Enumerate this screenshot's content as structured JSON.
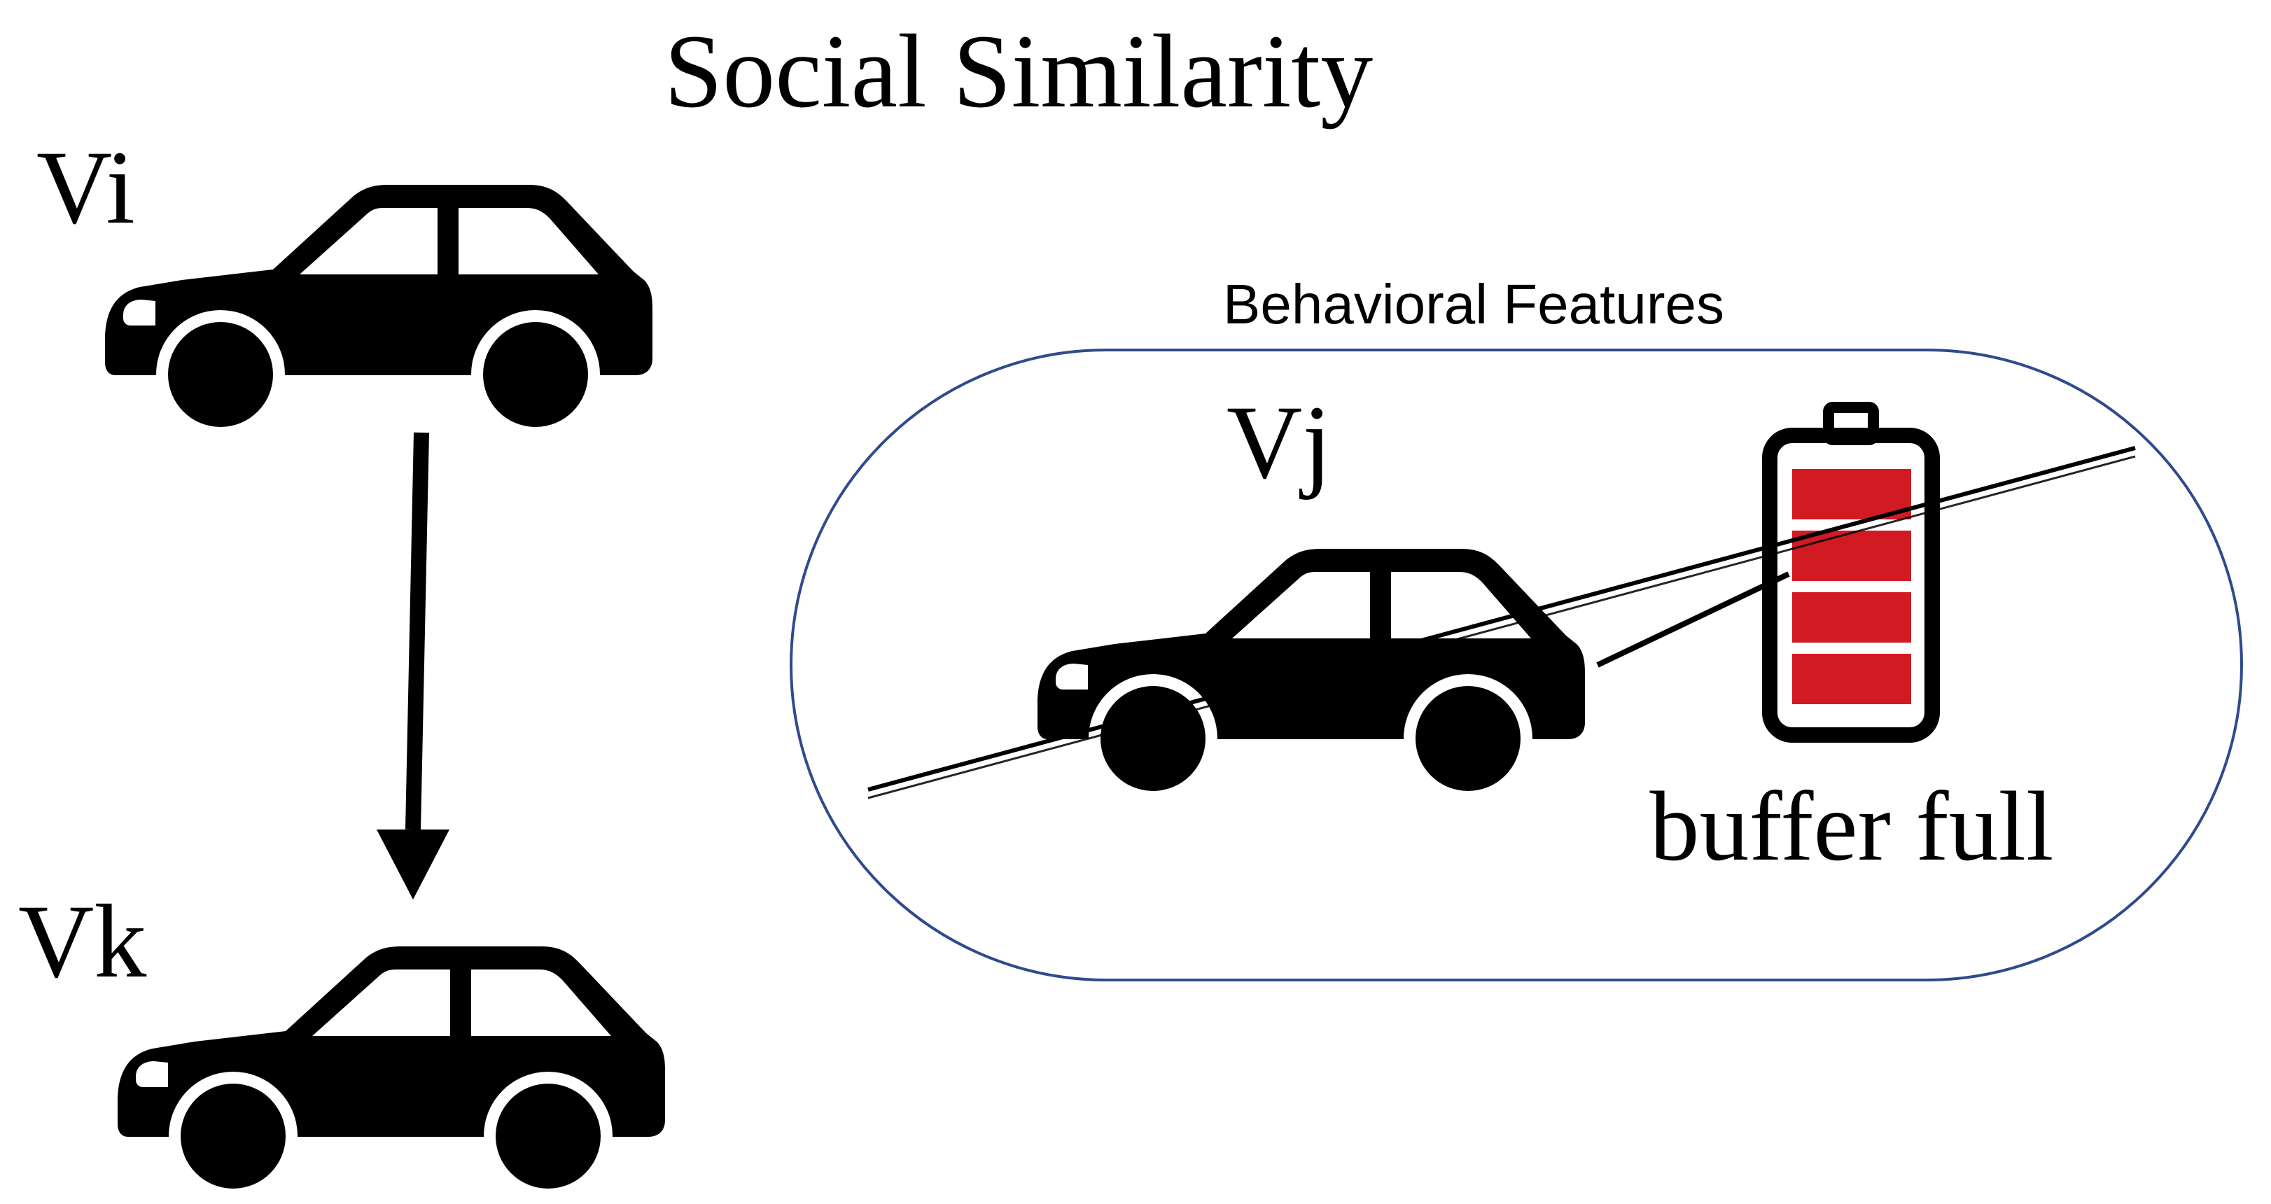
{
  "title": "Social Similarity",
  "nodes": {
    "vi": "Vi",
    "vk": "Vk",
    "vj": "Vj"
  },
  "group": {
    "label": "Behavioral Features",
    "border_color": "#2f4b8c"
  },
  "battery": {
    "label": "buffer full",
    "fill_color": "#d21a22",
    "level": 1.0
  },
  "colors": {
    "ink": "#000000",
    "background": "#ffffff"
  },
  "icons": {
    "vehicle": "car-icon",
    "buffer": "battery-icon"
  }
}
